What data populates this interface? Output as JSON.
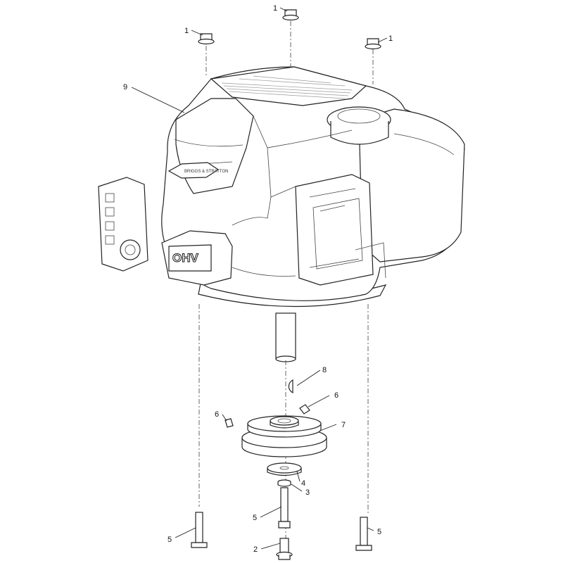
{
  "diagram": {
    "callouts": [
      {
        "id": "c1a",
        "label": "1"
      },
      {
        "id": "c1b",
        "label": "1"
      },
      {
        "id": "c1c",
        "label": "1"
      },
      {
        "id": "c9",
        "label": "9"
      },
      {
        "id": "c8",
        "label": "8"
      },
      {
        "id": "c6a",
        "label": "6"
      },
      {
        "id": "c6b",
        "label": "6"
      },
      {
        "id": "c7",
        "label": "7"
      },
      {
        "id": "c4",
        "label": "4"
      },
      {
        "id": "c3",
        "label": "3"
      },
      {
        "id": "c5a",
        "label": "5"
      },
      {
        "id": "c5b",
        "label": "5"
      },
      {
        "id": "c5c",
        "label": "5"
      },
      {
        "id": "c2",
        "label": "2"
      }
    ],
    "engine_badge": "OHV",
    "brand_emblem_text": "BRIGGS & STRATTON"
  },
  "colors": {
    "line": "#222222",
    "background": "#ffffff"
  }
}
